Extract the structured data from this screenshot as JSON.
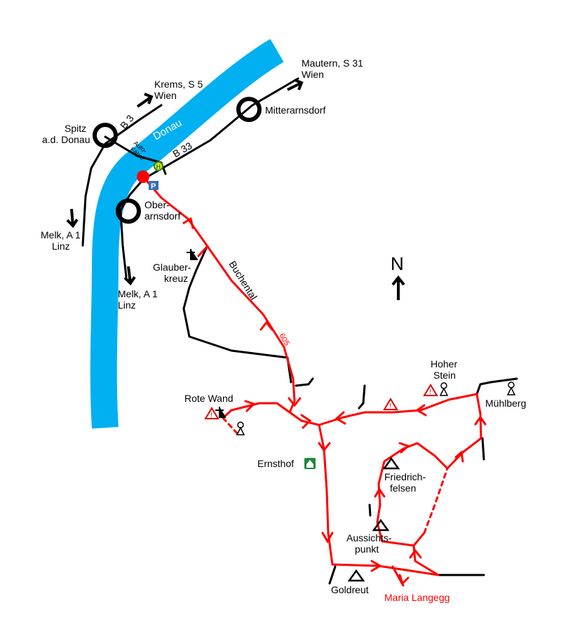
{
  "colors": {
    "river": "#00b0f0",
    "trail": "#ff0000",
    "road": "#000000",
    "parking": "#3a6db5",
    "hut": "#1e8a3a"
  },
  "river": {
    "name": "Donau"
  },
  "roads": {
    "b3": "B 3",
    "b33": "B 33",
    "ferry_line1": "Auto-",
    "ferry_line2": "Fähre",
    "trail_number": "605"
  },
  "places": {
    "spitz_1": "Spitz",
    "spitz_2": "a.d. Donau",
    "krems_1": "Krems, S 5",
    "krems_2": "Wien",
    "mautern_1": "Mautern, S 31",
    "mautern_2": "Wien",
    "mitterarnsdorf": "Mitterarnsdorf",
    "oberarnsdorf_1": "Ober-",
    "oberarnsdorf_2": "arnsdorf",
    "melk1_1": "Melk, A 1",
    "melk1_2": "Linz",
    "melk2_1": "Melk, A 1",
    "melk2_2": "Linz",
    "glauber_1": "Glauber-",
    "glauber_2": "kreuz",
    "buchental": "Buchental",
    "rote_wand": "Rote Wand",
    "hoher_stein_1": "Hoher",
    "hoher_stein_2": "Stein",
    "muehlberg": "Mühlberg",
    "ernsthof": "Ernsthof",
    "friedrich_1": "Friedrich-",
    "friedrich_2": "felsen",
    "aussicht_1": "Aussichts-",
    "aussicht_2": "punkt",
    "goldreut": "Goldreut",
    "maria_langegg": "Maria Langegg"
  },
  "compass": {
    "north": "N"
  },
  "symbols": {
    "parking": "P",
    "bus": "H",
    "warning": "!"
  }
}
